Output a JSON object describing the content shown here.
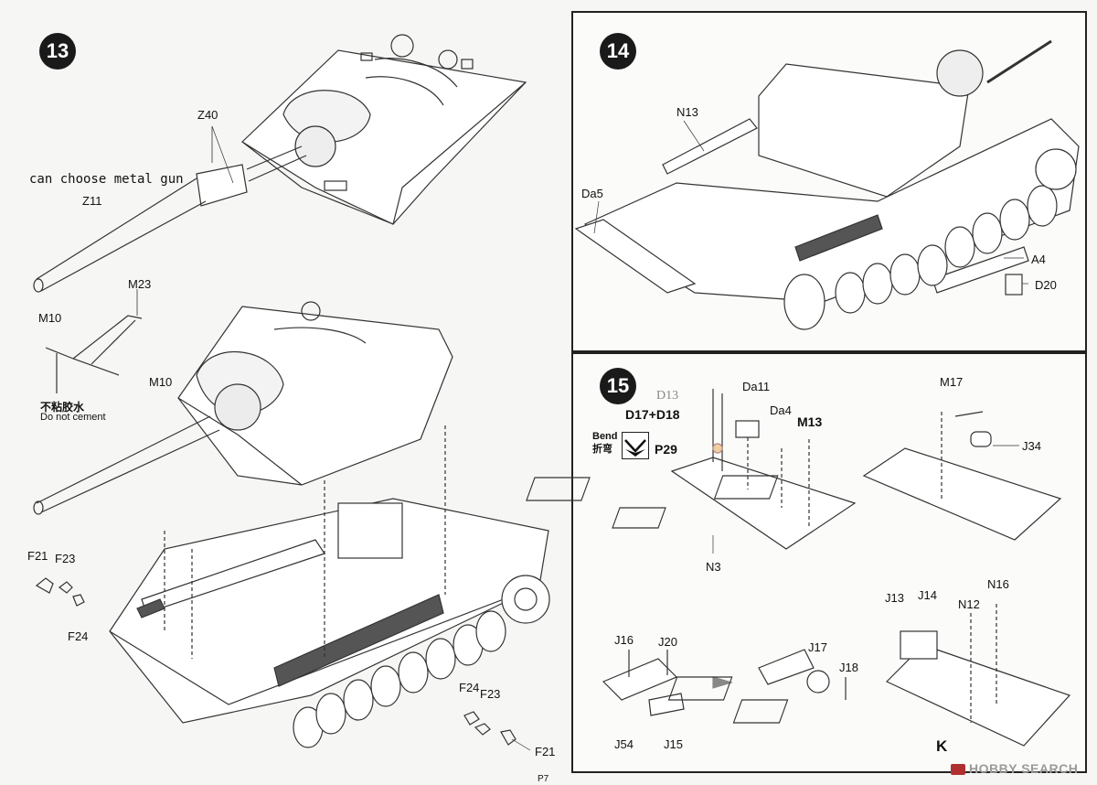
{
  "page": {
    "number": "P7",
    "watermark": "HOBBY SEARCH",
    "watermark_icon": "hobby-search-logo-icon"
  },
  "steps": {
    "s13": {
      "number": "13",
      "labels": {
        "z40": "Z40",
        "metal_gun": "can choose metal gun",
        "z11": "Z11",
        "m23": "M23",
        "m10_top": "M10",
        "m10_right": "M10",
        "no_cement_cn": "不粘胶水",
        "no_cement_en": "Do not cement",
        "f21_left": "F21",
        "f23_left": "F23",
        "f24_left": "F24",
        "f24_right": "F24",
        "f23_right": "F23",
        "f21_right": "F21"
      }
    },
    "s14": {
      "number": "14",
      "labels": {
        "n13": "N13",
        "da5": "Da5",
        "a4": "A4",
        "d20": "D20"
      }
    },
    "s15": {
      "number": "15",
      "labels": {
        "d13": "D13",
        "d17_d18": "D17+D18",
        "da11": "Da11",
        "da4": "Da4",
        "m13": "M13",
        "p29": "P29",
        "n3": "N3",
        "m17": "M17",
        "j34": "J34",
        "j13": "J13",
        "j14": "J14",
        "n16": "N16",
        "n12": "N12",
        "j16": "J16",
        "j20": "J20",
        "j17": "J17",
        "j18": "J18",
        "j54": "J54",
        "j15": "J15",
        "k": "K",
        "bend_en": "Bend",
        "bend_cn": "折弯"
      }
    }
  }
}
